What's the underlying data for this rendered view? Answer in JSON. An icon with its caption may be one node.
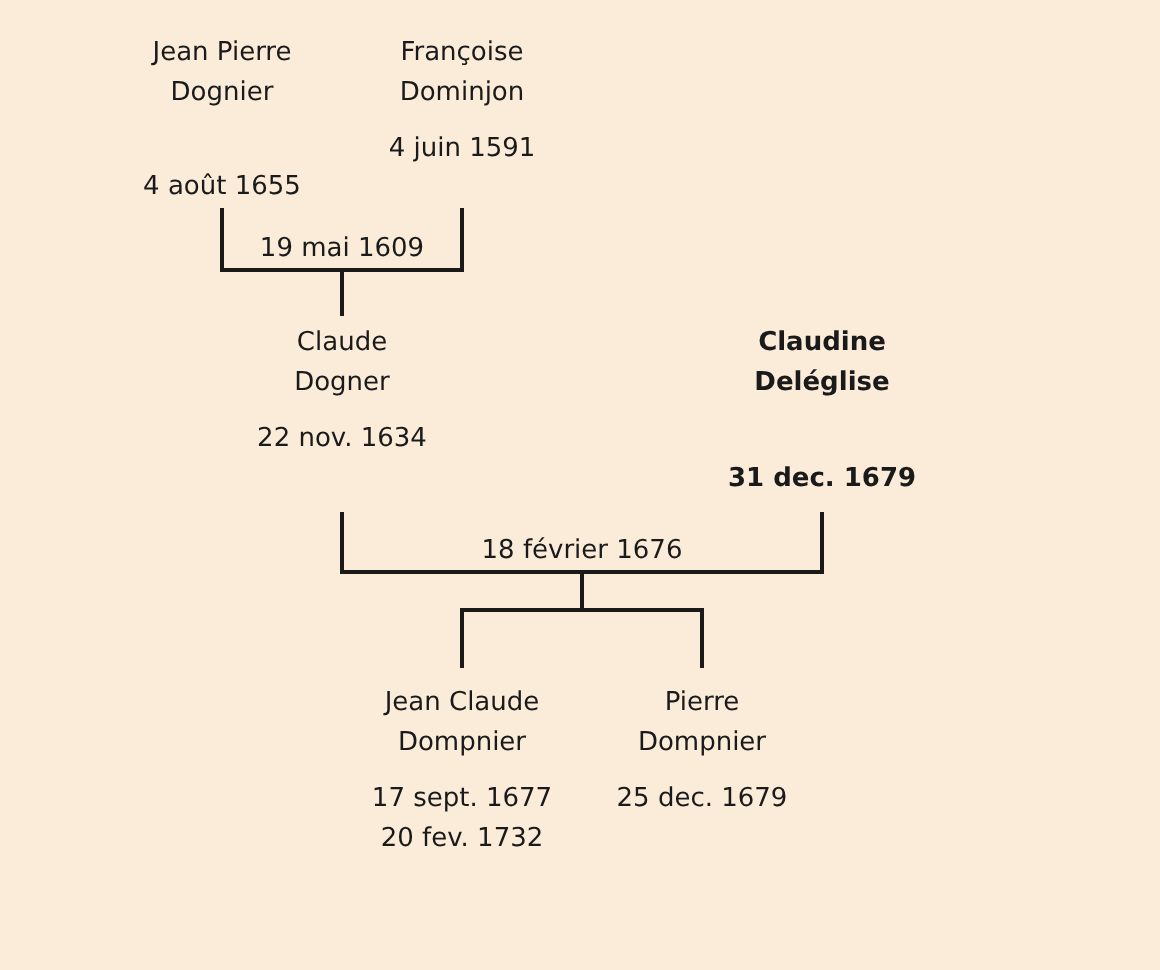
{
  "diagram": {
    "nodes": [
      {
        "text": [
          "Jean Pierre Dognier",
          "4 août 1655"
        ]
      },
      {
        "text": [
          "Françoise Dominjon",
          "4 juin 1591"
        ]
      },
      {
        "text": [
          "Claude Dogner",
          "22 nov. 1634"
        ]
      },
      {
        "text": [
          "Claudine Deléglise",
          "31 dec. 1679"
        ]
      },
      {
        "text": [
          "Jean Claude Dompnier",
          "17 sept. 1677",
          "20 fev. 1732"
        ]
      },
      {
        "text": [
          "Pierre Dompnier",
          "25 dec. 1679"
        ]
      }
    ],
    "edges": [
      {
        "from": 0,
        "to": 2,
        "arrow": "none",
        "label": "19 mai 1609"
      },
      {
        "from": 1,
        "to": 2,
        "arrow": "none"
      },
      {
        "from": 2,
        "to": 4,
        "arrow": "none",
        "label": "18 février 1676"
      },
      {
        "from": 2,
        "to": 5,
        "arrow": "none"
      },
      {
        "from": 3,
        "to": 4,
        "arrow": "none"
      },
      {
        "from": 3,
        "to": 5,
        "arrow": "none"
      }
    ]
  }
}
